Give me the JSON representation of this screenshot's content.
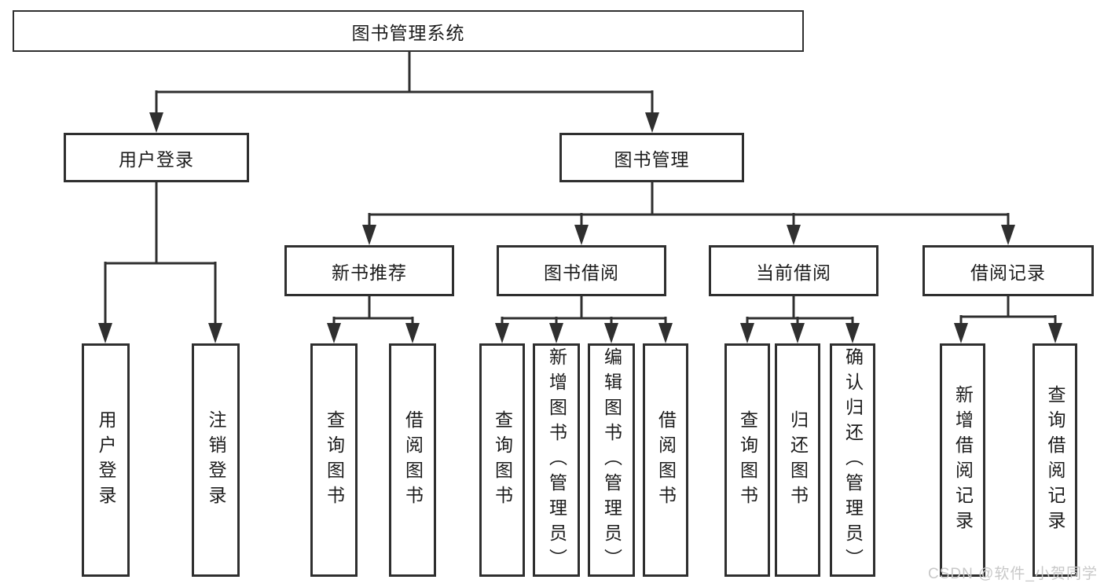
{
  "diagram": {
    "title": "图书管理系统",
    "root": {
      "label": "图书管理系统"
    },
    "level2": [
      {
        "label": "用户登录"
      },
      {
        "label": "图书管理"
      }
    ],
    "level3": [
      {
        "label": "新书推荐"
      },
      {
        "label": "图书借阅"
      },
      {
        "label": "当前借阅"
      },
      {
        "label": "借阅记录"
      }
    ],
    "leaves": {
      "user_login": [
        {
          "label": "用户登录"
        },
        {
          "label": "注销登录"
        }
      ],
      "new_book": [
        {
          "label": "查询图书"
        },
        {
          "label": "借阅图书"
        }
      ],
      "book_borrow": [
        {
          "label": "查询图书"
        },
        {
          "label": "新增图书（管理员）"
        },
        {
          "label": "编辑图书（管理员）"
        },
        {
          "label": "借阅图书"
        }
      ],
      "current_borrow": [
        {
          "label": "查询图书"
        },
        {
          "label": "归还图书"
        },
        {
          "label": "确认归还（管理员）"
        }
      ],
      "borrow_records": [
        {
          "label": "新增借阅记录"
        },
        {
          "label": "查询借阅记录"
        }
      ]
    },
    "line_color": "#2f2f2f",
    "watermark": "CSDN @软件_小贺同学"
  }
}
